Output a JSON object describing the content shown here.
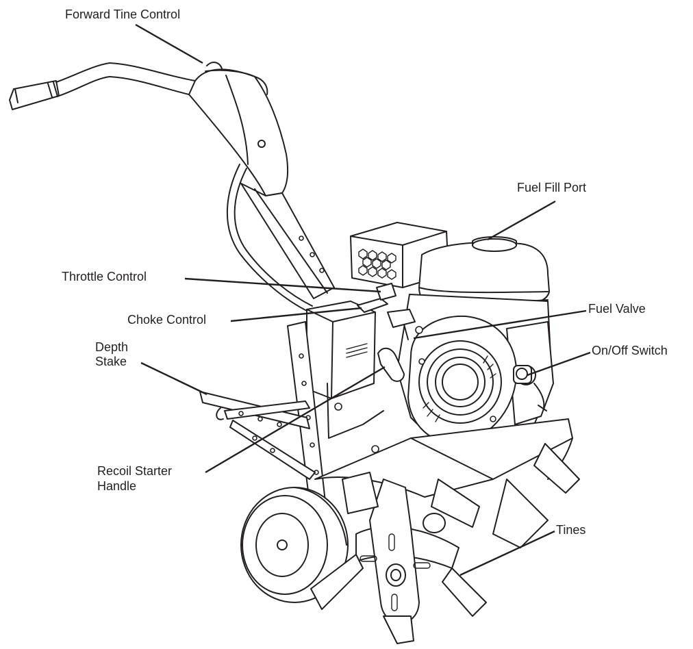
{
  "labels": {
    "forward_tine_control": "Forward Tine Control",
    "fuel_fill_port": "Fuel Fill Port",
    "throttle_control": "Throttle Control",
    "choke_control": "Choke Control",
    "fuel_valve": "Fuel Valve",
    "depth_stake_line1": "Depth",
    "depth_stake_line2": "Stake",
    "on_off_switch": "On/Off Switch",
    "recoil_starter_line1": "Recoil Starter",
    "recoil_starter_line2": "Handle",
    "tines": "Tines"
  },
  "colors": {
    "ink": "#231f20",
    "background": "#ffffff"
  }
}
